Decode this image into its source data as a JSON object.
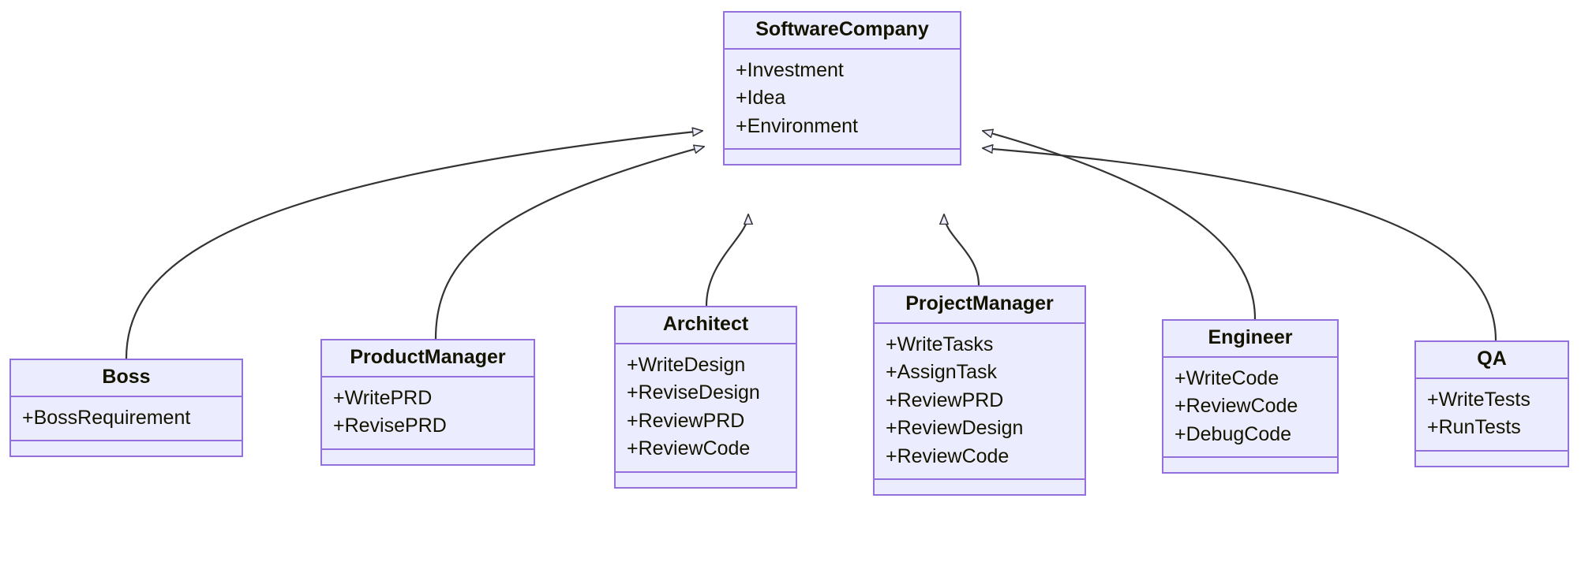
{
  "diagram": {
    "type": "uml-class-diagram",
    "title": "",
    "colors": {
      "node_fill": "#ECECFF",
      "node_border": "#9370DB",
      "edge_stroke": "#333333",
      "text": "#131300",
      "background": "#FFFFFF"
    }
  },
  "classes": [
    {
      "id": "software-company",
      "name": "SoftwareCompany",
      "attributes": [
        "+Investment",
        "+Idea",
        "+Environment"
      ],
      "methods": []
    },
    {
      "id": "boss",
      "name": "Boss",
      "attributes": [
        "+BossRequirement"
      ],
      "methods": []
    },
    {
      "id": "product-manager",
      "name": "ProductManager",
      "attributes": [
        "+WritePRD",
        "+RevisePRD"
      ],
      "methods": []
    },
    {
      "id": "architect",
      "name": "Architect",
      "attributes": [
        "+WriteDesign",
        "+ReviseDesign",
        "+ReviewPRD",
        "+ReviewCode"
      ],
      "methods": []
    },
    {
      "id": "project-manager",
      "name": "ProjectManager",
      "attributes": [
        "+WriteTasks",
        "+AssignTask",
        "+ReviewPRD",
        "+ReviewDesign",
        "+ReviewCode"
      ],
      "methods": []
    },
    {
      "id": "engineer",
      "name": "Engineer",
      "attributes": [
        "+WriteCode",
        "+ReviewCode",
        "+DebugCode"
      ],
      "methods": []
    },
    {
      "id": "qa",
      "name": "QA",
      "attributes": [
        "+WriteTests",
        "+RunTests"
      ],
      "methods": []
    }
  ],
  "relationships": [
    {
      "from": "Boss",
      "to": "SoftwareCompany",
      "type": "inheritance"
    },
    {
      "from": "ProductManager",
      "to": "SoftwareCompany",
      "type": "inheritance"
    },
    {
      "from": "Architect",
      "to": "SoftwareCompany",
      "type": "inheritance"
    },
    {
      "from": "ProjectManager",
      "to": "SoftwareCompany",
      "type": "inheritance"
    },
    {
      "from": "Engineer",
      "to": "SoftwareCompany",
      "type": "inheritance"
    },
    {
      "from": "QA",
      "to": "SoftwareCompany",
      "type": "inheritance"
    }
  ]
}
